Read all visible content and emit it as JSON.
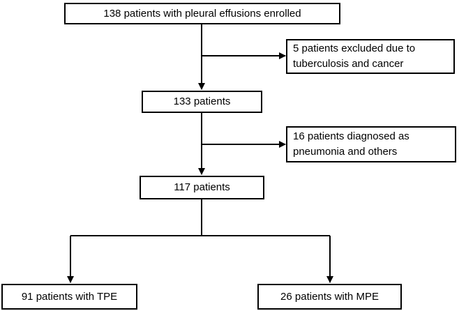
{
  "boxes": {
    "enrolled": "138  patients with pleural effusions enrolled",
    "excluded": "5 patients excluded due to\ntuberculosis and cancer",
    "after_exclusion": "133   patients",
    "diagnosed_other": "16 patients diagnosed  as\npneumonia and others",
    "final": "117    patients",
    "tpe": "91 patients with TPE",
    "mpe": "26 patients with MPE"
  }
}
